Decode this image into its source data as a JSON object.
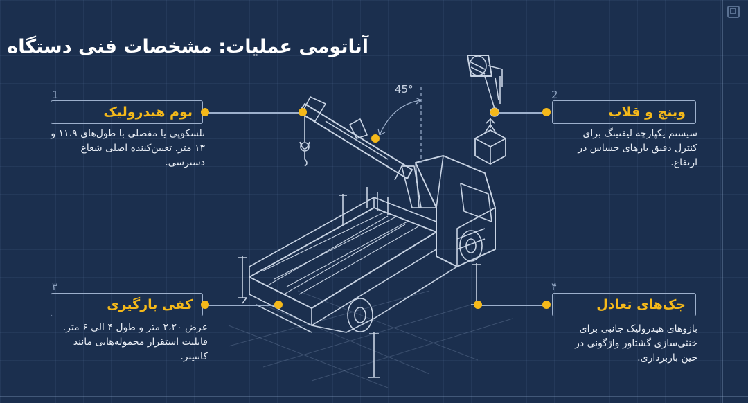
{
  "title": "آناتومی عملیات: مشخصات فنی دستگاه",
  "angle_label": "45°",
  "colors": {
    "background": "#1b2f4e",
    "accent": "#f5b91a",
    "line": "#9db0cc",
    "text": "#e8edf5"
  },
  "callouts": [
    {
      "number": "1",
      "label": "بوم هیدرولیک",
      "description": [
        "تلسکوپی یا مفصلی با طول‌های ۱۱،۹ و",
        "۱۳ متر. تعیین‌کننده اصلی شعاع",
        "دسترسی."
      ]
    },
    {
      "number": "2",
      "label": "وینچ و قلاب",
      "description": [
        "سیستم یکپارچه لیفتینگ برای",
        "کنترل دقیق بارهای حساس در",
        "ارتفاع."
      ]
    },
    {
      "number": "۳",
      "label": "کفی بارگیری",
      "description": [
        "عرض ۲،۲۰ متر و طول ۴ الی ۶ متر.",
        "قابلیت استقرار محموله‌هایی مانند",
        "کانتینر."
      ]
    },
    {
      "number": "۴",
      "label": "جک‌های تعادل",
      "description": [
        "بازوهای هیدرولیک جانبی برای",
        "خنثی‌سازی گشتاور واژگونی در",
        "حین باربرداری."
      ]
    }
  ]
}
